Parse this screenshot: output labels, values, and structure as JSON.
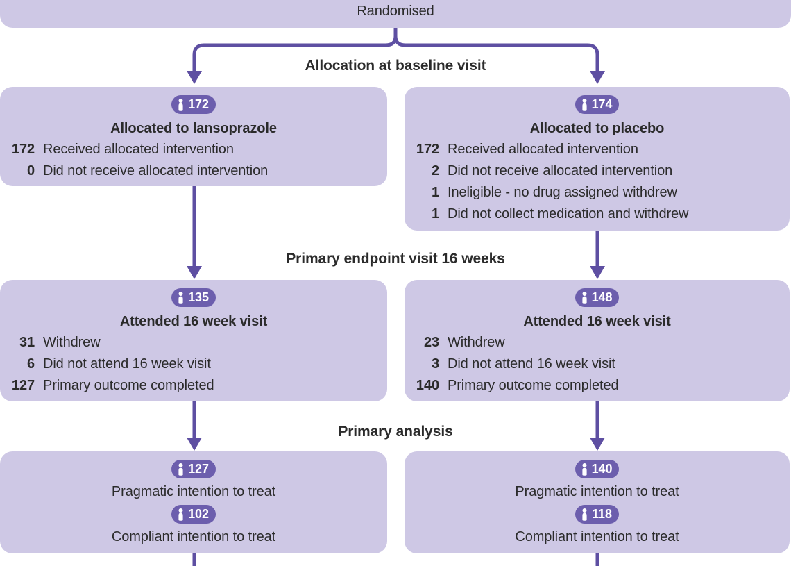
{
  "colors": {
    "box-bg": "#cec8e5",
    "badge-bg": "#6c5ead",
    "line": "#5e4fa2",
    "text": "#2b2b2b"
  },
  "randomised": {
    "label": "Randomised"
  },
  "sections": {
    "allocation": "Allocation at baseline visit",
    "endpoint": "Primary endpoint visit 16 weeks",
    "analysis": "Primary analysis"
  },
  "columns": [
    {
      "id": "lansoprazole",
      "allocation": {
        "count": "172",
        "title": "Allocated to lansoprazole",
        "stats": [
          {
            "n": "172",
            "label": "Received allocated intervention"
          },
          {
            "n": "0",
            "label": "Did not receive allocated intervention"
          }
        ]
      },
      "endpoint": {
        "count": "135",
        "title": "Attended 16 week visit",
        "stats": [
          {
            "n": "31",
            "label": "Withdrew"
          },
          {
            "n": "6",
            "label": "Did not attend 16 week visit"
          },
          {
            "n": "127",
            "label": "Primary outcome completed"
          }
        ]
      },
      "analysis": {
        "items": [
          {
            "count": "127",
            "label": "Pragmatic intention to treat"
          },
          {
            "count": "102",
            "label": "Compliant intention to treat"
          }
        ]
      }
    },
    {
      "id": "placebo",
      "allocation": {
        "count": "174",
        "title": "Allocated to placebo",
        "stats": [
          {
            "n": "172",
            "label": "Received allocated intervention"
          },
          {
            "n": "2",
            "label": "Did not receive allocated intervention"
          },
          {
            "n": "1",
            "label": "Ineligible - no drug assigned withdrew"
          },
          {
            "n": "1",
            "label": "Did not collect medication and withdrew"
          }
        ]
      },
      "endpoint": {
        "count": "148",
        "title": "Attended 16 week visit",
        "stats": [
          {
            "n": "23",
            "label": "Withdrew"
          },
          {
            "n": "3",
            "label": "Did not attend 16 week visit"
          },
          {
            "n": "140",
            "label": "Primary outcome completed"
          }
        ]
      },
      "analysis": {
        "items": [
          {
            "count": "140",
            "label": "Pragmatic intention to treat"
          },
          {
            "count": "118",
            "label": "Compliant intention to treat"
          }
        ]
      }
    }
  ]
}
